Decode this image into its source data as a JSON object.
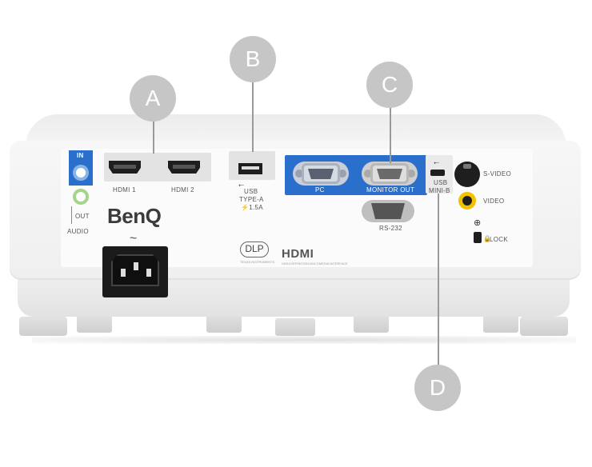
{
  "callouts": {
    "a": "A",
    "b": "B",
    "c": "C",
    "d": "D"
  },
  "ports": {
    "audio_in": "IN",
    "audio_out": "OUT",
    "audio": "AUDIO",
    "hdmi1": "HDMI 1",
    "hdmi2": "HDMI 2",
    "usb_a_line1": "USB",
    "usb_a_line2": "TYPE-A",
    "usb_a_line3": "⚡1.5A",
    "pc": "PC",
    "monitor_out": "MONITOR OUT",
    "rs232": "RS-232",
    "usb_mini_line1": "USB",
    "usb_mini_line2": "MINI-B",
    "svideo": "S-VIDEO",
    "video": "VIDEO",
    "lock": "LOCK"
  },
  "branding": {
    "benq": "BenQ",
    "dlp": "DLP",
    "dlp_sub": "TEXAS INSTRUMENTS",
    "hdmi": "HDMI",
    "hdmi_sub": "HIGH-DEFINITION MULTIMEDIA INTERFACE"
  },
  "colors": {
    "accent_blue": "#2a6fcb",
    "callout": "#c6c6c6",
    "video_yellow": "#f2c200"
  },
  "icons": [
    "usb-trident-icon",
    "power-tilde-icon",
    "ground-icon",
    "lock-icon"
  ]
}
